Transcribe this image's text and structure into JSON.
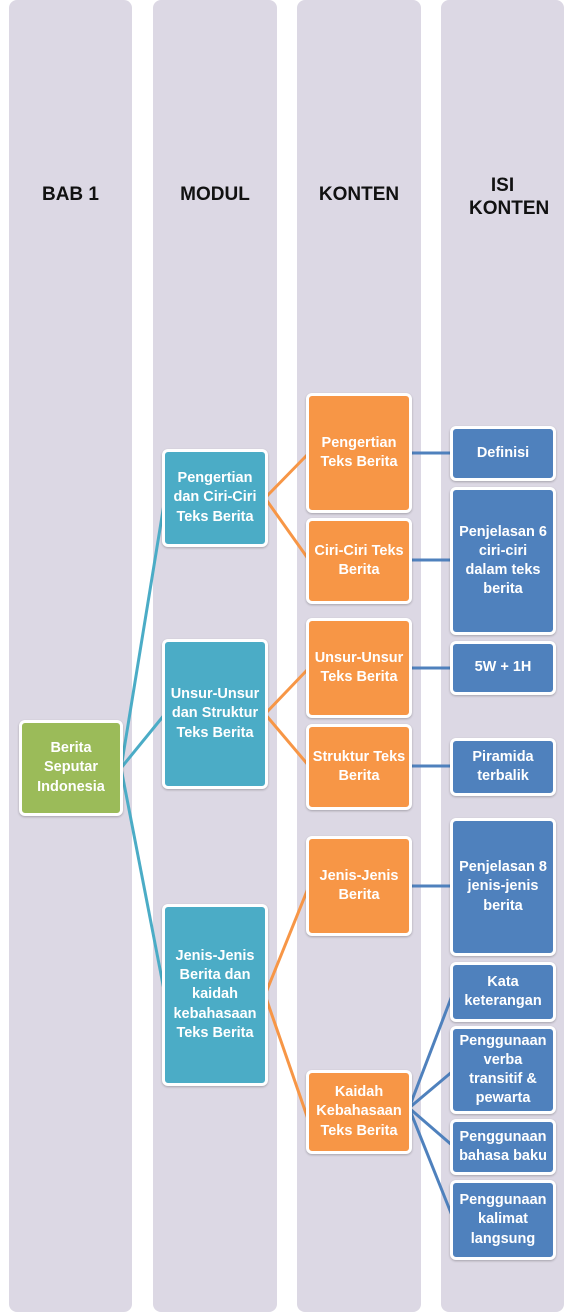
{
  "columns": {
    "bab": "BAB 1",
    "modul": "MODUL",
    "konten": "KONTEN",
    "isi": "ISI KONTEN"
  },
  "root": "Berita Seputar Indonesia",
  "modules": [
    {
      "label": "Pengertian dan Ciri-Ciri Teks Berita",
      "contents": [
        {
          "label": "Pengertian Teks Berita",
          "details": [
            "Definisi"
          ]
        },
        {
          "label": "Ciri-Ciri Teks Berita",
          "details": [
            "Penjelasan 6 ciri-ciri dalam teks berita"
          ]
        }
      ]
    },
    {
      "label": "Unsur-Unsur dan Struktur Teks Berita",
      "contents": [
        {
          "label": "Unsur-Unsur Teks Berita",
          "details": [
            "5W + 1H"
          ]
        },
        {
          "label": "Struktur Teks Berita",
          "details": [
            "Piramida terbalik"
          ]
        }
      ]
    },
    {
      "label": "Jenis-Jenis Berita dan kaidah kebahasaan Teks Berita",
      "contents": [
        {
          "label": "Jenis-Jenis Berita",
          "details": [
            "Penjelasan 8 jenis-jenis berita"
          ]
        },
        {
          "label": "Kaidah Kebahasaan Teks Berita",
          "details": [
            "Kata keterangan",
            "Penggunaan verba transitif & pewarta",
            "Penggunaan bahasa baku",
            "Penggunaan kalimat langsung"
          ]
        }
      ]
    }
  ],
  "colors": {
    "root": "#9bbb59",
    "module": "#4bacc6",
    "content": "#f79646",
    "detail": "#4f81bd",
    "column_bg": "#dcd8e4"
  }
}
